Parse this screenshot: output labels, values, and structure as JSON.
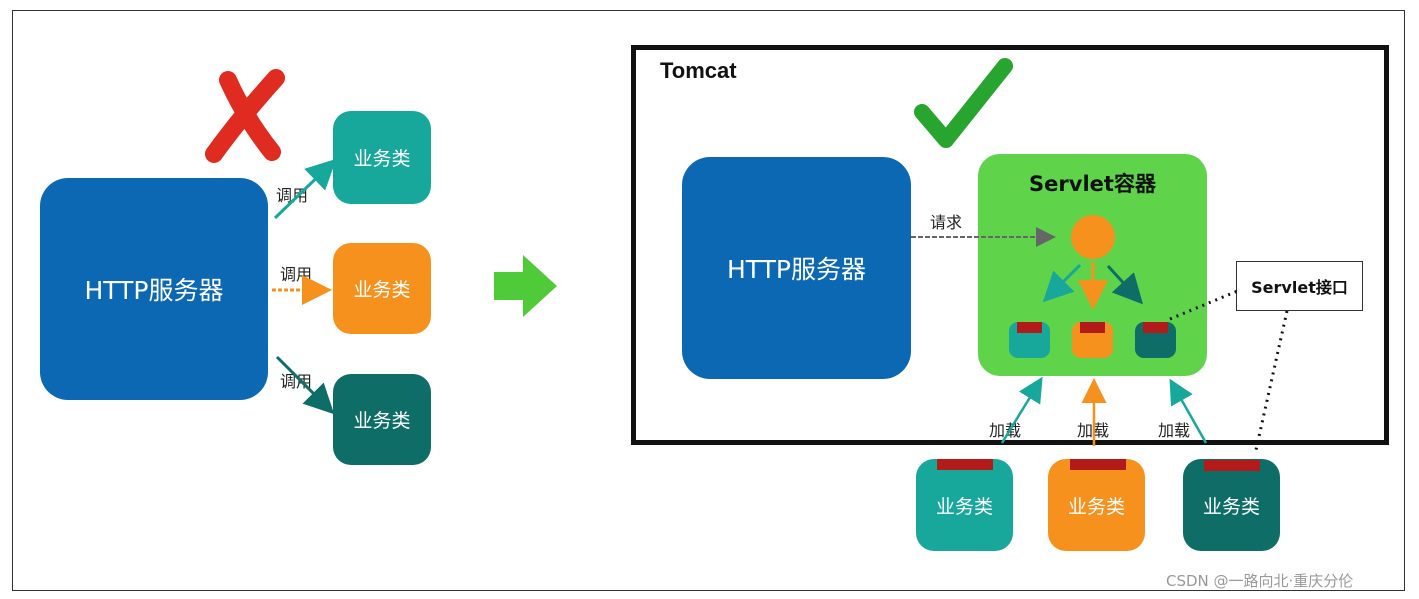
{
  "left": {
    "http_server": "HTTP服务器",
    "biz_1": "业务类",
    "biz_2": "业务类",
    "biz_3": "业务类",
    "call_1": "调用",
    "call_2": "调用",
    "call_3": "调用"
  },
  "right": {
    "tomcat_title": "Tomcat",
    "http_server": "HTTP服务器",
    "request_label": "请求",
    "servlet_container": "Servlet容器",
    "servlet_interface": "Servlet接口",
    "load_1": "加载",
    "load_2": "加载",
    "load_3": "加载",
    "biz_1": "业务类",
    "biz_2": "业务类",
    "biz_3": "业务类"
  },
  "icons": {
    "wrong": "cross-icon",
    "right": "check-icon",
    "transition": "right-arrow-icon"
  },
  "colors": {
    "http_blue": "#0c68b3",
    "teal": "#17a89b",
    "orange": "#f7911e",
    "dark_teal": "#0e6e67",
    "servlet_green": "#5fd44a",
    "cross_red": "#e02b20",
    "check_green": "#28a52e"
  },
  "watermark": "CSDN @一路向北·重庆分伦"
}
